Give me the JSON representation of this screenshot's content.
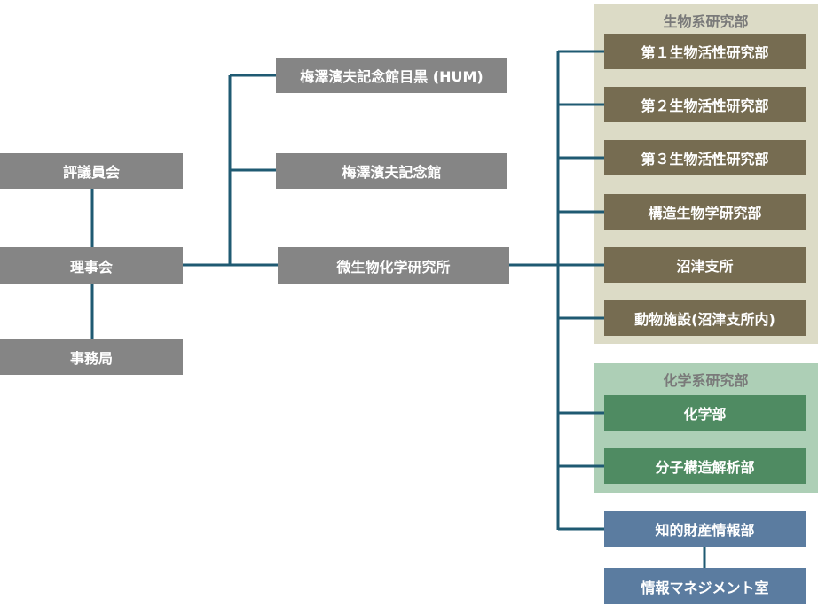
{
  "colors": {
    "gray_box": "#858585",
    "bio_box": "#766c51",
    "bio_panel": "#dcdbc6",
    "chem_box": "#4f8b62",
    "chem_panel": "#adcfb6",
    "ip_box": "#5b7ca0",
    "connector": "#1f5a72"
  },
  "left": {
    "council": "評議員会",
    "board": "理事会",
    "secretariat": "事務局"
  },
  "middle": {
    "hum": "梅澤濱夫記念館目黒 (HUM)",
    "memorial": "梅澤濱夫記念館",
    "bikaken": "微生物化学研究所"
  },
  "bio_group": {
    "title": "生物系研究部",
    "items": [
      "第１生物活性研究部",
      "第２生物活性研究部",
      "第３生物活性研究部",
      "構造生物学研究部",
      "沼津支所",
      "動物施設(沼津支所内)"
    ]
  },
  "chem_group": {
    "title": "化学系研究部",
    "items": [
      "化学部",
      "分子構造解析部"
    ]
  },
  "ip": {
    "dept": "知的財産情報部",
    "mgmt": "情報マネジメント室"
  }
}
